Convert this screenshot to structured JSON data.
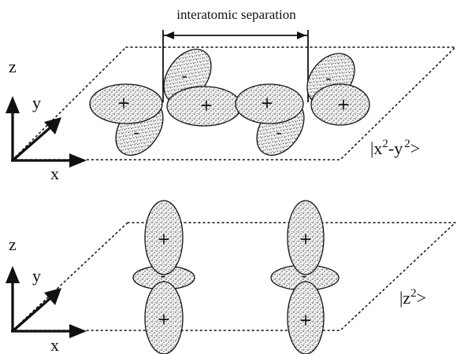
{
  "top_panel": {
    "caption": "interatomic separation",
    "axes": {
      "z": "z",
      "y": "y",
      "x": "x"
    },
    "orbital_label": "|x",
    "orbital_exp1": "2",
    "orbital_mid": "-y",
    "orbital_exp2": "2",
    "orbital_close": ">",
    "sign_plus": "+",
    "sign_minus": "-"
  },
  "bottom_panel": {
    "axes": {
      "z": "z",
      "y": "y",
      "x": "x"
    },
    "orbital_label": "|z",
    "orbital_exp": "2",
    "orbital_close": ">",
    "sign_plus": "+",
    "sign_minus": "-"
  }
}
